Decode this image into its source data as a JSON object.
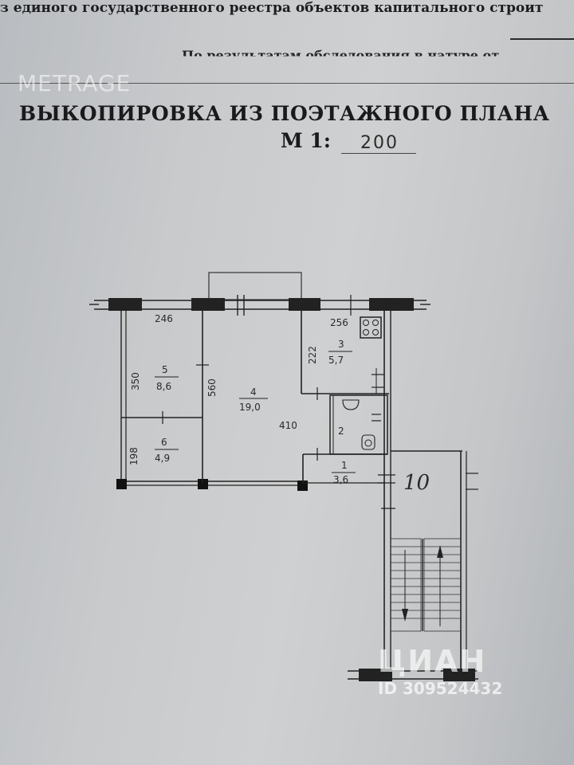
{
  "header": {
    "registry_line": "з единого государственного реестра объектов капитального строит",
    "survey_line": "По результатам обследования в натуре от"
  },
  "title": "ВЫКОПИРОВКА ИЗ ПОЭТАЖНОГО ПЛАНА",
  "scale": {
    "prefix": "М 1:",
    "value": "200"
  },
  "rooms": [
    {
      "number": "1",
      "area": "3,6"
    },
    {
      "number": "2",
      "area": ""
    },
    {
      "number": "3",
      "area": "5,7"
    },
    {
      "number": "4",
      "area": "19,0"
    },
    {
      "number": "5",
      "area": "8,6"
    },
    {
      "number": "6",
      "area": "4,9"
    }
  ],
  "dimensions": {
    "d246": "246",
    "d256": "256",
    "d222": "222",
    "d350": "350",
    "d560": "560",
    "d410": "410",
    "d198": "198"
  },
  "apartment_number": "10",
  "watermarks": {
    "metrage": "METRAGE",
    "cian": "ЦИАН",
    "listing_id": "ID 309524432"
  },
  "colors": {
    "paper": "#c9cbcd",
    "ink": "#222222",
    "watermark": "#ffffff"
  }
}
